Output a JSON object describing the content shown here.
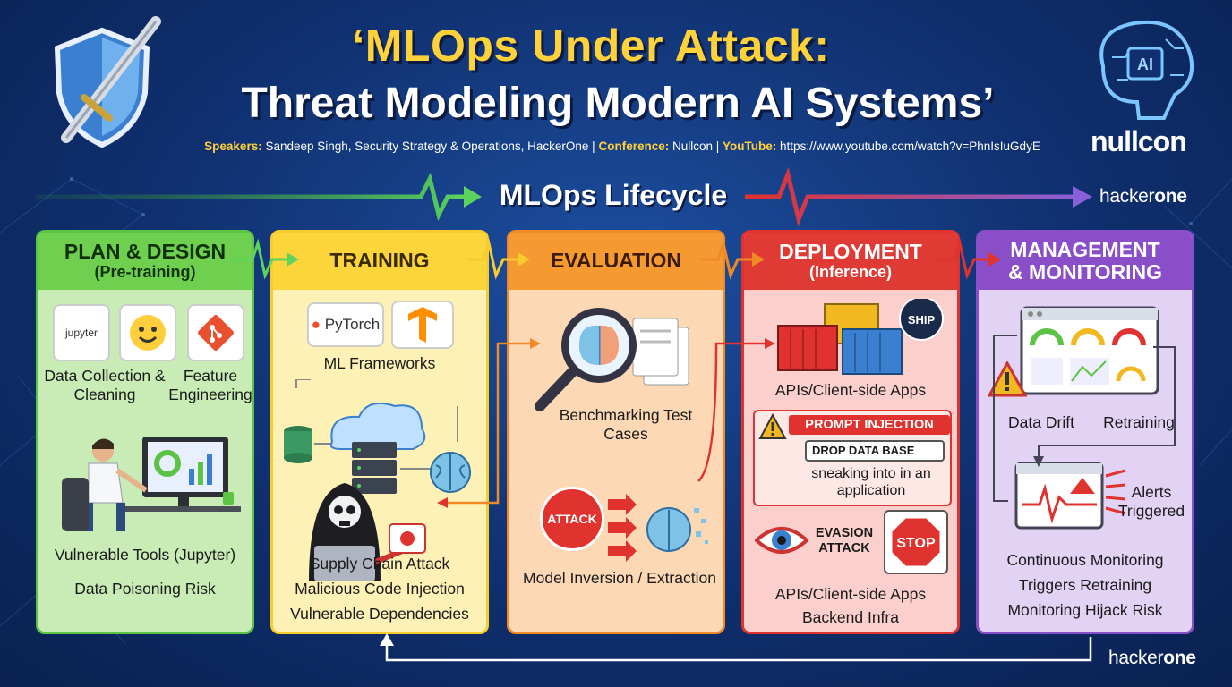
{
  "header": {
    "title_line1": "‘MLOps Under Attack:",
    "title_line2": "Threat Modeling Modern AI Systems’",
    "speakers_label": "Speakers:",
    "speakers_value": "Sandeep Singh, Security Strategy & Operations, HackerOne |",
    "conference_label": "Conference:",
    "conference_value": "Nullcon |",
    "youtube_label": "YouTube:",
    "youtube_value": "https://www.youtube.com/watch?v=PhnIsIuGdyE"
  },
  "lifecycle_label": "MLOps Lifecycle",
  "logos": {
    "ai_badge": "AI",
    "nullcon": "nullcon",
    "hackerone_top_a": "hacker",
    "hackerone_top_b": "one",
    "hackerone_bottom_a": "hacker",
    "hackerone_bottom_b": "one"
  },
  "stages": {
    "plan": {
      "title": "PLAN & DESIGN",
      "subtitle": "(Pre-training)",
      "jupyter": "jupyter",
      "item1": "Data Collection & Cleaning",
      "item2": "Feature Engineering",
      "risk1": "Vulnerable Tools (Jupyter)",
      "risk2": "Data Poisoning Risk"
    },
    "training": {
      "title": "TRAINING",
      "pytorch": "PyTorch",
      "frameworks": "ML Frameworks",
      "risk1": "Supply Chain Attack",
      "risk2": "Malicious Code Injection",
      "risk3": "Vulnerable Dependencies"
    },
    "evaluation": {
      "title": "EVALUATION",
      "bench": "Benchmarking Test Cases",
      "attack": "ATTACK",
      "risk": "Model Inversion / Extraction"
    },
    "deployment": {
      "title": "DEPLOYMENT",
      "subtitle": "(Inference)",
      "ship": "SHIP",
      "apis1": "APIs/Client-side Apps",
      "prompt_injection": "PROMPT INJECTION",
      "drop": "DROP DATA BASE",
      "sneak": "sneaking into in an application",
      "evasion": "EVASION ATTACK",
      "stop": "STOP",
      "apis2": "APIs/Client-side Apps",
      "backend": "Backend Infra"
    },
    "management": {
      "title1": "MANAGEMENT",
      "title2": "& MONITORING",
      "drift": "Data Drift",
      "retraining": "Retraining",
      "alerts": "Alerts Triggered",
      "risk1": "Continuous Monitoring",
      "risk2": "Triggers Retraining",
      "risk3": "Monitoring Hijack Risk"
    }
  },
  "colors": {
    "plan": "#5cc444",
    "training": "#f7cc2c",
    "evaluation": "#f08a24",
    "deployment": "#e0322e",
    "management": "#8a4fc8"
  }
}
